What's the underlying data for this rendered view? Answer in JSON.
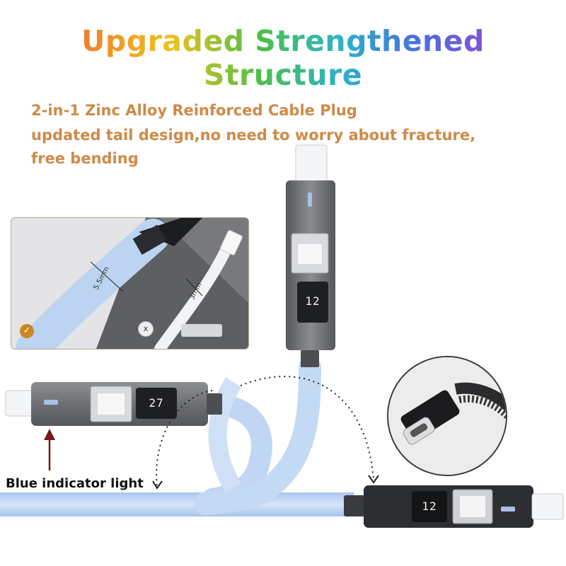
{
  "headline": "Upgraded Strengthened Structure",
  "features": {
    "line1": "2-in-1 Zinc Alloy Reinforced Cable Plug",
    "line2": "updated tail design,no need to worry about fracture,",
    "line3": "free bending"
  },
  "inset": {
    "thick_cable_label": "5.5mm",
    "thin_cable_label": "3mm",
    "good_badge_icon": "check-icon",
    "bad_badge_text": "x"
  },
  "displays": {
    "vertical_plug": "12",
    "left_plug": "27",
    "bottom_plug": "12"
  },
  "callout": {
    "label": "Blue indicator light"
  },
  "colors": {
    "cable": "#bcd4f2",
    "plug_body": "#6e7074",
    "plug_dark": "#2b2c2f",
    "headline_start": "#e8423a",
    "headline_end": "#c042b8",
    "subtitle": "#cf8a47",
    "arrow": "#7a1518"
  }
}
